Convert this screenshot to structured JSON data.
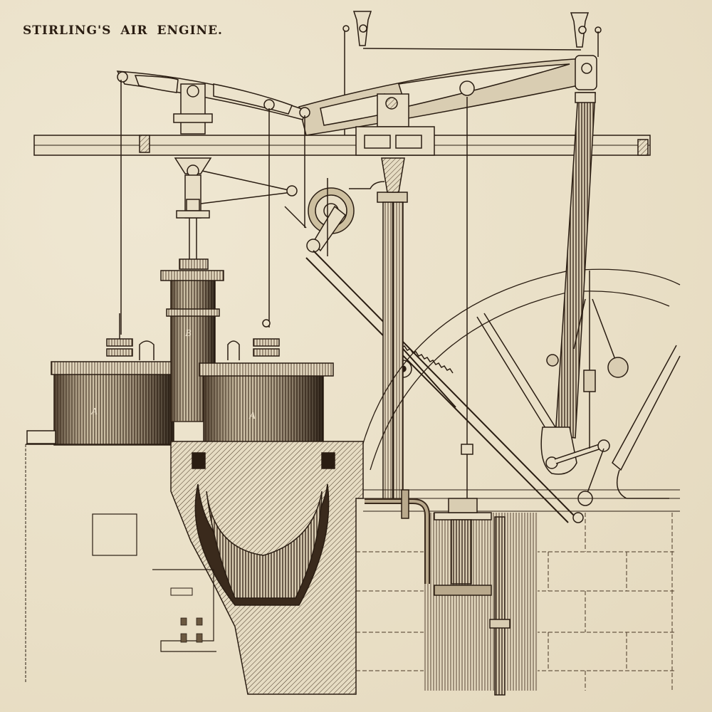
{
  "plate": {
    "title": "STIRLING'S AIR ENGINE.",
    "colors": {
      "paper": "#ece3cc",
      "ink": "#2a1d12",
      "ink_mid": "#5a4634",
      "ink_light": "#8c7a64"
    }
  },
  "labels": {
    "cylinder_left": "A",
    "cylinder_center": "B",
    "cylinder_right": "A"
  }
}
